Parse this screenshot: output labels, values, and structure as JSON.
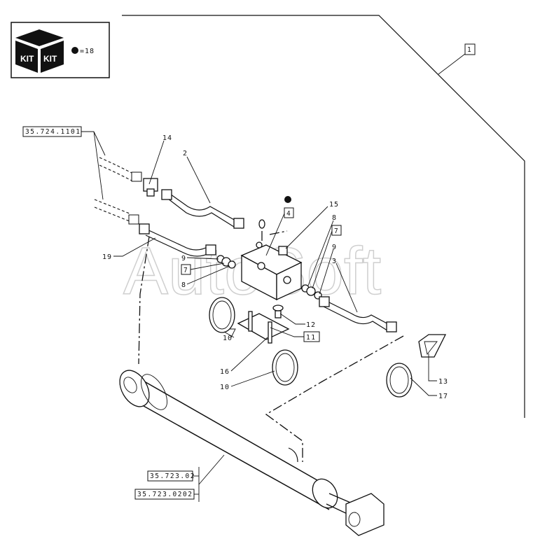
{
  "kit_box": {
    "kit_label_1": "KIT",
    "kit_label_2": "KIT",
    "equals_text": "=18"
  },
  "references": {
    "assembly_ref": "1",
    "ref_upper_left": "35.724.1101",
    "ref_cylinder_1": "35.723.02",
    "ref_cylinder_2": "35.723.0202"
  },
  "callouts": {
    "c14": "14",
    "c2": "2",
    "c15": "15",
    "c4": "4",
    "c8a": "8",
    "c7a": "7",
    "c9a": "9",
    "c3": "3",
    "c19": "19",
    "c9b": "9",
    "c7b": "7",
    "c8b": "8",
    "c12": "12",
    "c11": "11",
    "c10a": "10",
    "c16": "16",
    "c10b": "10",
    "c13": "13",
    "c17": "17"
  },
  "watermark": "AutoSoft",
  "colors": {
    "line": "#111111",
    "background": "#ffffff",
    "watermark": "#cfcfcf"
  }
}
